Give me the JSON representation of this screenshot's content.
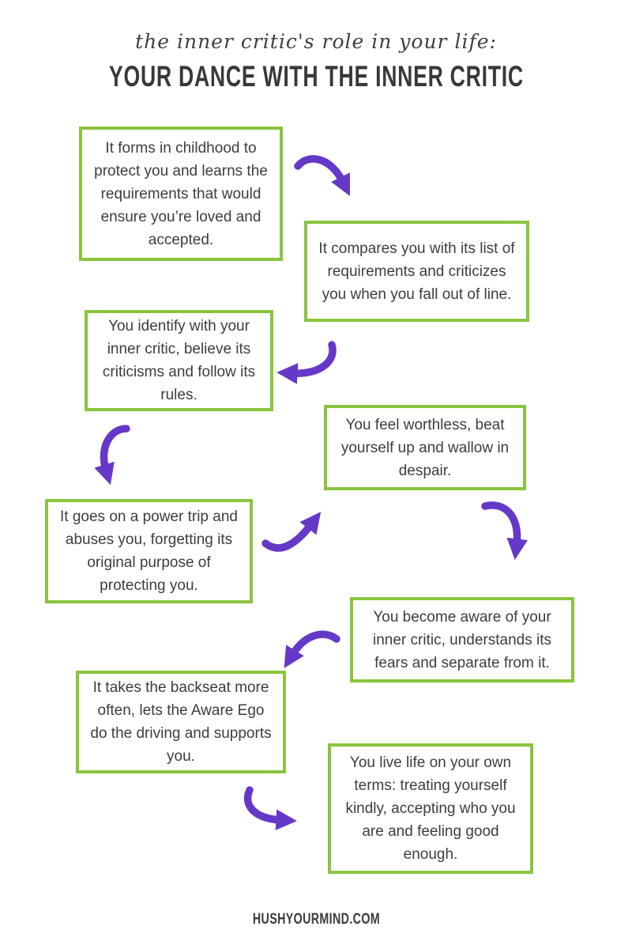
{
  "header": {
    "subtitle": "the inner critic's role in your life:",
    "title": "YOUR DANCE WITH THE INNER CRITIC"
  },
  "steps": [
    {
      "text": "It forms in childhood to protect you and learns the requirements that would ensure you’re loved and accepted."
    },
    {
      "text": "It compares you with its list of requirements and criticizes you when you fall out of line."
    },
    {
      "text": "You identify with your inner critic, believe its criticisms and follow its rules."
    },
    {
      "text": "You feel worthless, beat yourself up and wallow in despair."
    },
    {
      "text": "It goes on a power trip and abuses you, forgetting its original purpose of protecting you."
    },
    {
      "text": "You become aware of your inner critic, understands its fears and separate from it."
    },
    {
      "text": "It takes the backseat more often, lets the Aware Ego do the driving and supports you."
    },
    {
      "text": "You live life on your own terms: treating yourself kindly, accepting who you are and feeling good enough."
    }
  ],
  "footer": {
    "website": "HUSHYOURMIND.COM"
  },
  "colors": {
    "box_border_green": "#8ac43e",
    "arrow_purple": "#6638c8",
    "text_dark": "#3d3d3d"
  }
}
